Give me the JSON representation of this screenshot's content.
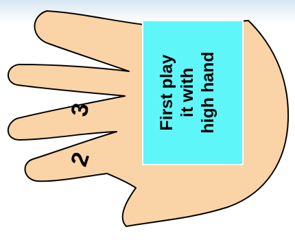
{
  "colors": {
    "skin": "#fad3a6",
    "outline": "#000000",
    "card_fill": "#5ff6f9",
    "card_border": "#ffffff",
    "top_band": "#d7e6f2"
  },
  "fingers": {
    "label_ring": "3",
    "label_little": "2"
  },
  "card": {
    "line1": "First play",
    "line2": "it with",
    "line3": "high hand"
  }
}
